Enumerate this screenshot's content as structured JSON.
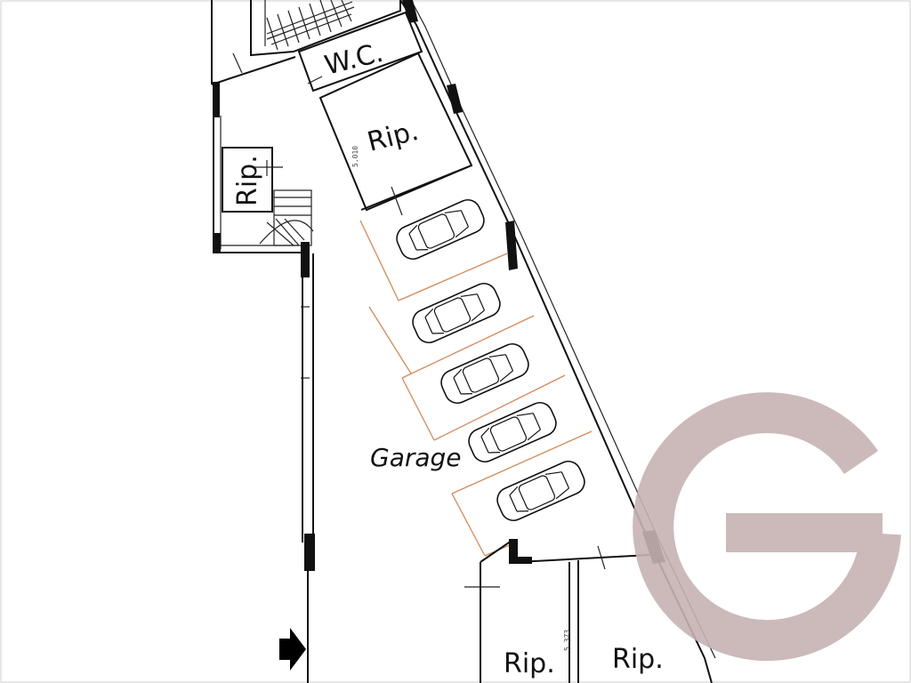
{
  "plan": {
    "labels": {
      "wc": "W.C.",
      "rip_top": "Rip.",
      "rip_left": "Rip.",
      "garage": "Garage",
      "rip_bottom_left": "Rip.",
      "rip_bottom_right": "Rip."
    },
    "dimensions": {
      "top_room": "5.010",
      "bottom_room": "5.373"
    },
    "parking_spaces": 5,
    "watermark_logo": "G",
    "colors": {
      "walls": "#111111",
      "stall_lines": "#d08a5a",
      "watermark": "#c7b3b3"
    }
  }
}
